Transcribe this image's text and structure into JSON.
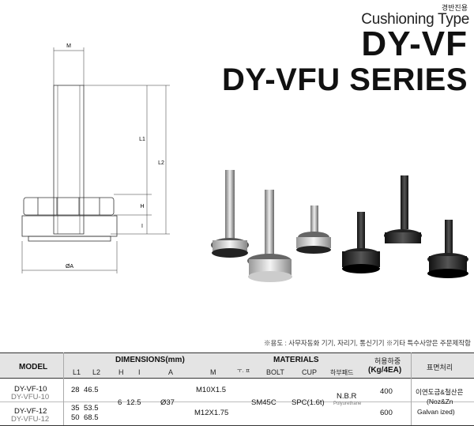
{
  "header": {
    "category_ko": "경반진용",
    "subtitle": "Cushioning Type",
    "title_line1": "DY-VF",
    "title_line2": "DY-VFU SERIES"
  },
  "drawing": {
    "dims": {
      "M": "M",
      "L1": "L1",
      "L2": "L2",
      "H": "H",
      "I": "I",
      "A": "ØA"
    }
  },
  "note": "※용도 : 사무자동화 기기, 자리기, 통신기기   ※기타 특수사양은 주문제작함",
  "table": {
    "headers": {
      "model": "MODEL",
      "dimensions": "DIMENSIONS(mm)",
      "materials": "MATERIALS",
      "load": "허용하중",
      "load_unit": "(Kg/4EA)",
      "surface": "표면처리"
    },
    "sub_headers": {
      "L1": "L1",
      "L2": "L2",
      "H": "H",
      "I": "I",
      "A": "A",
      "M": "M",
      "materials_prefix": "ㅜ. ㅍ",
      "bolt": "BOLT",
      "cup": "CUP",
      "pad": "하부패드"
    },
    "rows": [
      {
        "model": "DY-VF-10",
        "model_alt": "DY-VFU-10",
        "L1": "28",
        "L2": "46.5",
        "H": "6",
        "I": "12.5",
        "A": "Ø37",
        "M": "M10X1.5",
        "bolt": "SM45C",
        "cup": "SPC(1.6t)",
        "pad": "N.B.R",
        "pad_alt": "Polyurethane",
        "load": "400"
      },
      {
        "model": "DY-VF-12",
        "model_alt": "DY-VFU-12",
        "L1": "35",
        "L2": "53.5",
        "L1b": "50",
        "L2b": "68.5",
        "M": "M12X1.75",
        "load": "600"
      }
    ],
    "surface_lines": [
      "이연도금&철산은",
      "(Noz&Zn",
      "Galvan ized)"
    ]
  }
}
